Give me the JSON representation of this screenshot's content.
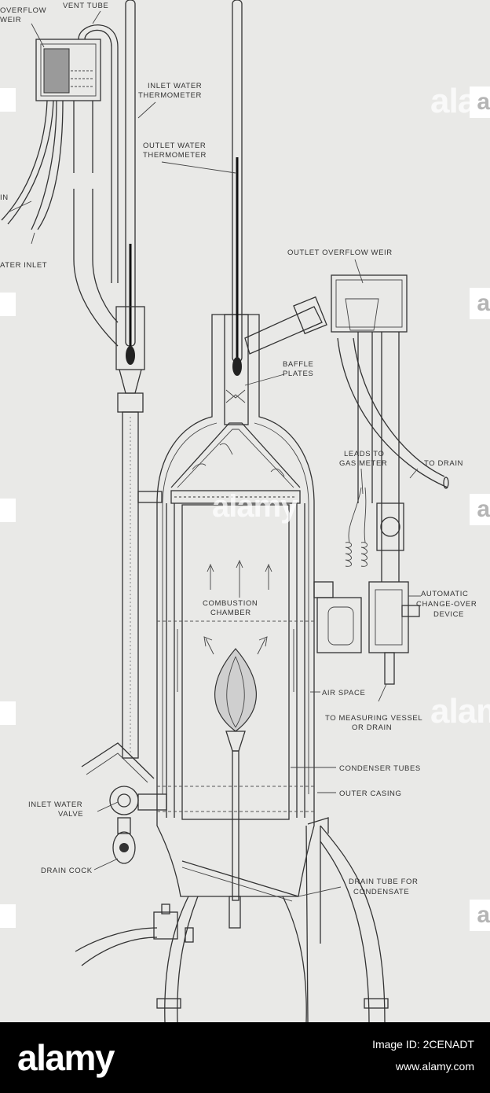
{
  "labels": {
    "overflow_weir": "OVERFLOW",
    "weir": "WEIR",
    "vent_tube": "VENT TUBE",
    "inlet_water_thermometer_1": "INLET WATER",
    "inlet_water_thermometer_2": "THERMOMETER",
    "outlet_water_thermometer_1": "OUTLET WATER",
    "outlet_water_thermometer_2": "THERMOMETER",
    "drain_left": "IN",
    "water_inlet": "ATER INLET",
    "outlet_overflow_weir": "OUTLET OVERFLOW WEIR",
    "baffle_plates_1": "BAFFLE",
    "baffle_plates_2": "PLATES",
    "leads_to_gas_meter_1": "LEADS TO",
    "leads_to_gas_meter_2": "GAS METER",
    "to_drain": "TO DRAIN",
    "automatic_1": "AUTOMATIC",
    "automatic_2": "CHANGE-OVER",
    "automatic_3": "DEVICE",
    "combustion_1": "COMBUSTION",
    "combustion_2": "CHAMBER",
    "air_space": "AIR SPACE",
    "measuring_1": "TO MEASURING VESSEL",
    "measuring_2": "OR DRAIN",
    "condenser_tubes": "CONDENSER TUBES",
    "outer_casing": "OUTER CASING",
    "inlet_water_valve_1": "INLET WATER",
    "inlet_water_valve_2": "VALVE",
    "drain_cock": "DRAIN COCK",
    "drain_tube_1": "DRAIN TUBE FOR",
    "drain_tube_2": "CONDENSATE"
  },
  "watermark": {
    "word": "alamy",
    "letter": "a"
  },
  "footer": {
    "logo": "alamy",
    "image_id": "Image ID: 2CENADT",
    "url": "www.alamy.com"
  },
  "colors": {
    "paper": "#e9e9e7",
    "ink": "#333333",
    "footer_bg": "#000000"
  }
}
